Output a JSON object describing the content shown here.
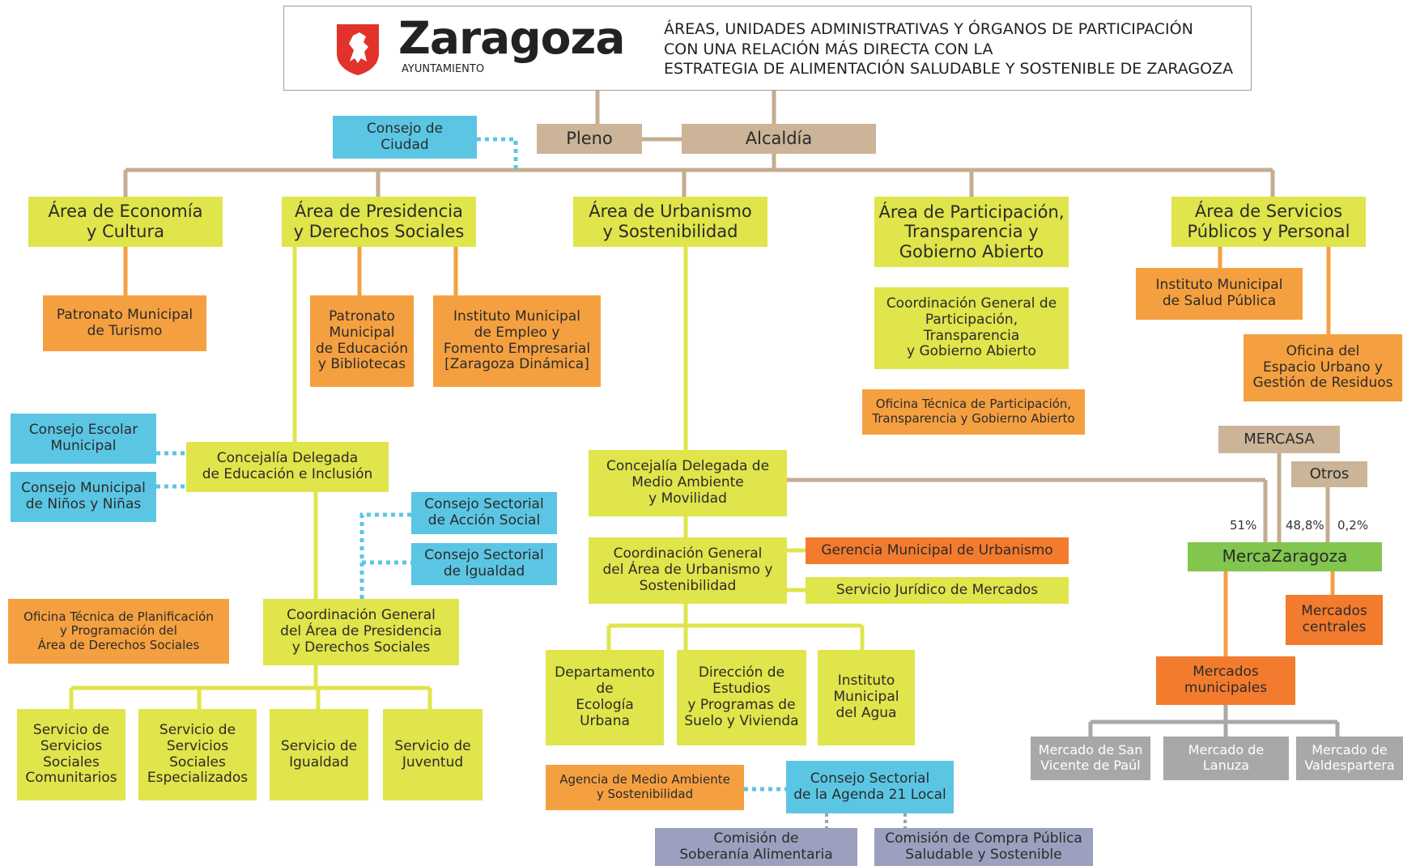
{
  "header": {
    "brand": "Zaragoza",
    "brand_sub": "AYUNTAMIENTO",
    "heading": "ÁREAS, UNIDADES ADMINISTRATIVAS Y ÓRGANOS DE PARTICIPACIÓN\nCON UNA RELACIÓN MÁS DIRECTA CON LA\nESTRATEGIA DE ALIMENTACIÓN SALUDABLE Y SOSTENIBLE DE ZARAGOZA"
  },
  "colors": {
    "area": "#dfe54a",
    "organism": "#f5a040",
    "organism_dark": "#f37b2e",
    "council": "#5bc6e4",
    "government": "#cbb497",
    "company": "#82c64e",
    "market": "#a8a8a8",
    "commission": "#9aa0be",
    "brand_red": "#e2322b"
  },
  "nodes": {
    "consejo_ciudad": "Consejo de\nCiudad",
    "pleno": "Pleno",
    "alcaldia": "Alcaldía",
    "area_economia": "Área de Economía\ny Cultura",
    "area_presidencia": "Área de Presidencia\ny Derechos Sociales",
    "area_urbanismo": "Área de Urbanismo\ny Sostenibilidad",
    "area_participacion": "Área de Participación,\nTransparencia y\nGobierno Abierto",
    "area_servicios": "Área de Servicios\nPúblicos y Personal",
    "patronato_turismo": "Patronato Municipal\nde Turismo",
    "patronato_educacion": "Patronato\nMunicipal\nde Educación\ny Bibliotecas",
    "instituto_empleo": "Instituto Municipal\nde Empleo y\nFomento Empresarial\n[Zaragoza Dinámica]",
    "coord_participacion": "Coordinación General de\nParticipación,\nTransparencia\ny Gobierno Abierto",
    "oficina_participacion": "Oficina Técnica de Participación,\nTransparencia y Gobierno Abierto",
    "instituto_salud": "Instituto Municipal\nde Salud Pública",
    "oficina_espacio": "Oficina del\nEspacio Urbano y\nGestión de Residuos",
    "consejo_escolar": "Consejo Escolar\nMunicipal",
    "consejo_ninos": "Consejo Municipal\nde Niños y Niñas",
    "concejalia_educacion": "Concejalía Delegada\nde Educación e Inclusión",
    "consejo_accion": "Consejo Sectorial\nde Acción Social",
    "consejo_igualdad": "Consejo Sectorial\nde Igualdad",
    "oficina_planificacion": "Oficina Técnica de Planificación\ny Programación del\nÁrea de Derechos Sociales",
    "coord_presidencia": "Coordinación General\ndel Área de Presidencia\ny Derechos Sociales",
    "serv_comunitarios": "Servicio de\nServicios\nSociales\nComunitarios",
    "serv_especializados": "Servicio de\nServicios\nSociales\nEspecializados",
    "serv_igualdad": "Servicio de\nIgualdad",
    "serv_juventud": "Servicio de\nJuventud",
    "concejalia_medio": "Concejalía Delegada de\nMedio Ambiente\ny Movilidad",
    "coord_urbanismo": "Coordinación General\ndel Área de Urbanismo y\nSostenibilidad",
    "gerencia": "Gerencia Municipal de Urbanismo",
    "juridico": "Servicio Jurídico de Mercados",
    "dep_ecologia": "Departamento\nde\nEcología\nUrbana",
    "dir_estudios": "Dirección de\nEstudios\ny Programas de\nSuelo y Vivienda",
    "instituto_agua": "Instituto\nMunicipal\ndel Agua",
    "agencia": "Agencia de Medio Ambiente\ny Sostenibilidad",
    "consejo_agenda": "Consejo Sectorial\nde la Agenda 21 Local",
    "comision_soberania": "Comisión de\nSoberanía Alimentaria",
    "comision_compra": "Comisión de Compra Pública\nSaludable y Sostenible",
    "mercasa": "MERCASA",
    "otros": "Otros",
    "mercazaragoza": "MercaZaragoza",
    "mercados_centrales": "Mercados\ncentrales",
    "mercados_municipales": "Mercados\nmunicipales",
    "mercado_san_vicente": "Mercado de San\nVicente de Paúl",
    "mercado_lanuza": "Mercado de\nLanuza",
    "mercado_valdespartera": "Mercado de\nValdespartera"
  },
  "shares": {
    "ayto": "51%",
    "mercasa": "48,8%",
    "otros": "0,2%"
  }
}
